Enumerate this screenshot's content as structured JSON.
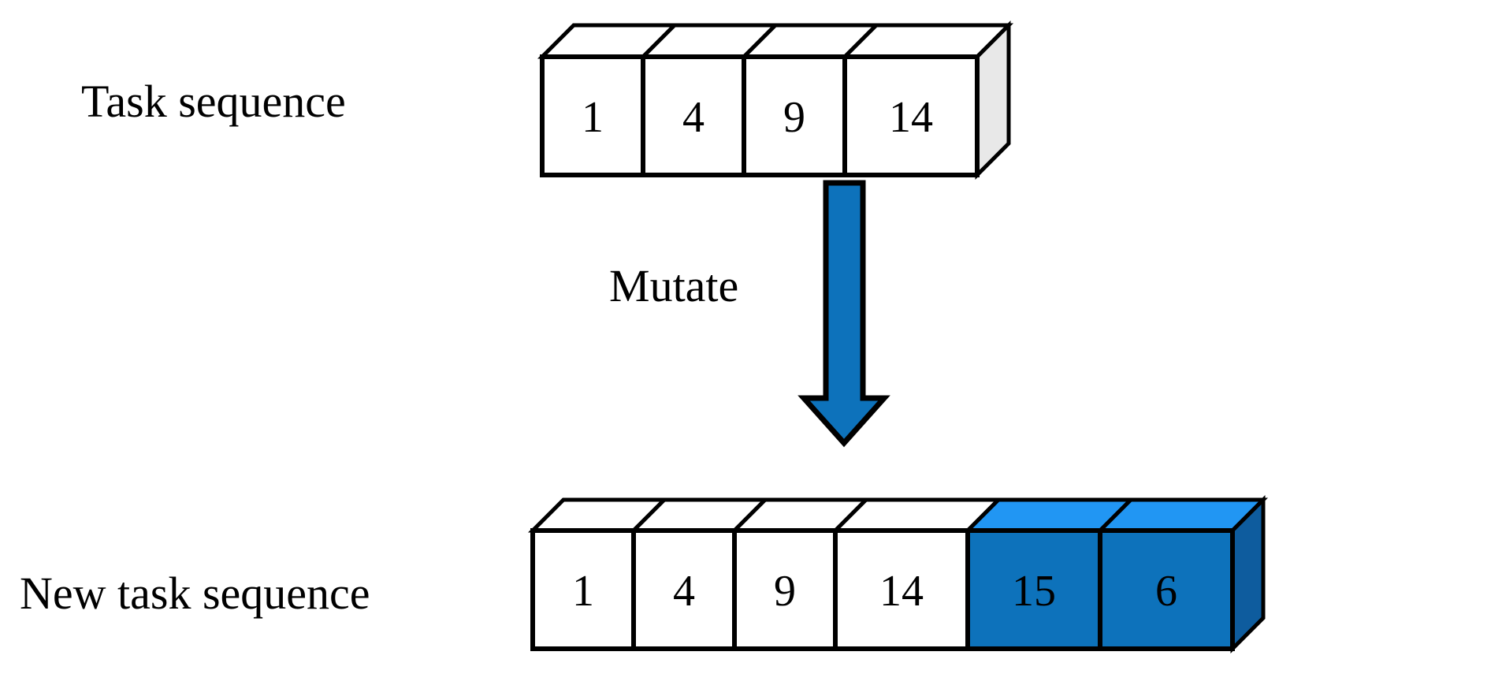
{
  "figure": {
    "background_color": "#ffffff",
    "title_present": false
  },
  "colors": {
    "outline": "#000000",
    "white_face": "#ffffff",
    "gray_side": "#e8e8e8",
    "blue_front": "#0d72bb",
    "blue_top": "#2196f3",
    "blue_side": "#0e5c9e",
    "arrow_fill": "#0d72bb"
  },
  "rows": [
    {
      "id": "task-sequence",
      "label": "Task sequence",
      "cells": [
        {
          "value": "1",
          "highlighted": false
        },
        {
          "value": "4",
          "highlighted": false
        },
        {
          "value": "9",
          "highlighted": false
        },
        {
          "value": "14",
          "highlighted": false
        }
      ]
    },
    {
      "id": "new-task-sequence",
      "label": "New task sequence",
      "cells": [
        {
          "value": "1",
          "highlighted": false
        },
        {
          "value": "4",
          "highlighted": false
        },
        {
          "value": "9",
          "highlighted": false
        },
        {
          "value": "14",
          "highlighted": false
        },
        {
          "value": "15",
          "highlighted": true
        },
        {
          "value": "6",
          "highlighted": true
        }
      ]
    }
  ],
  "operation": {
    "label": "Mutate",
    "icon": "down-arrow-icon",
    "direction": "down"
  }
}
